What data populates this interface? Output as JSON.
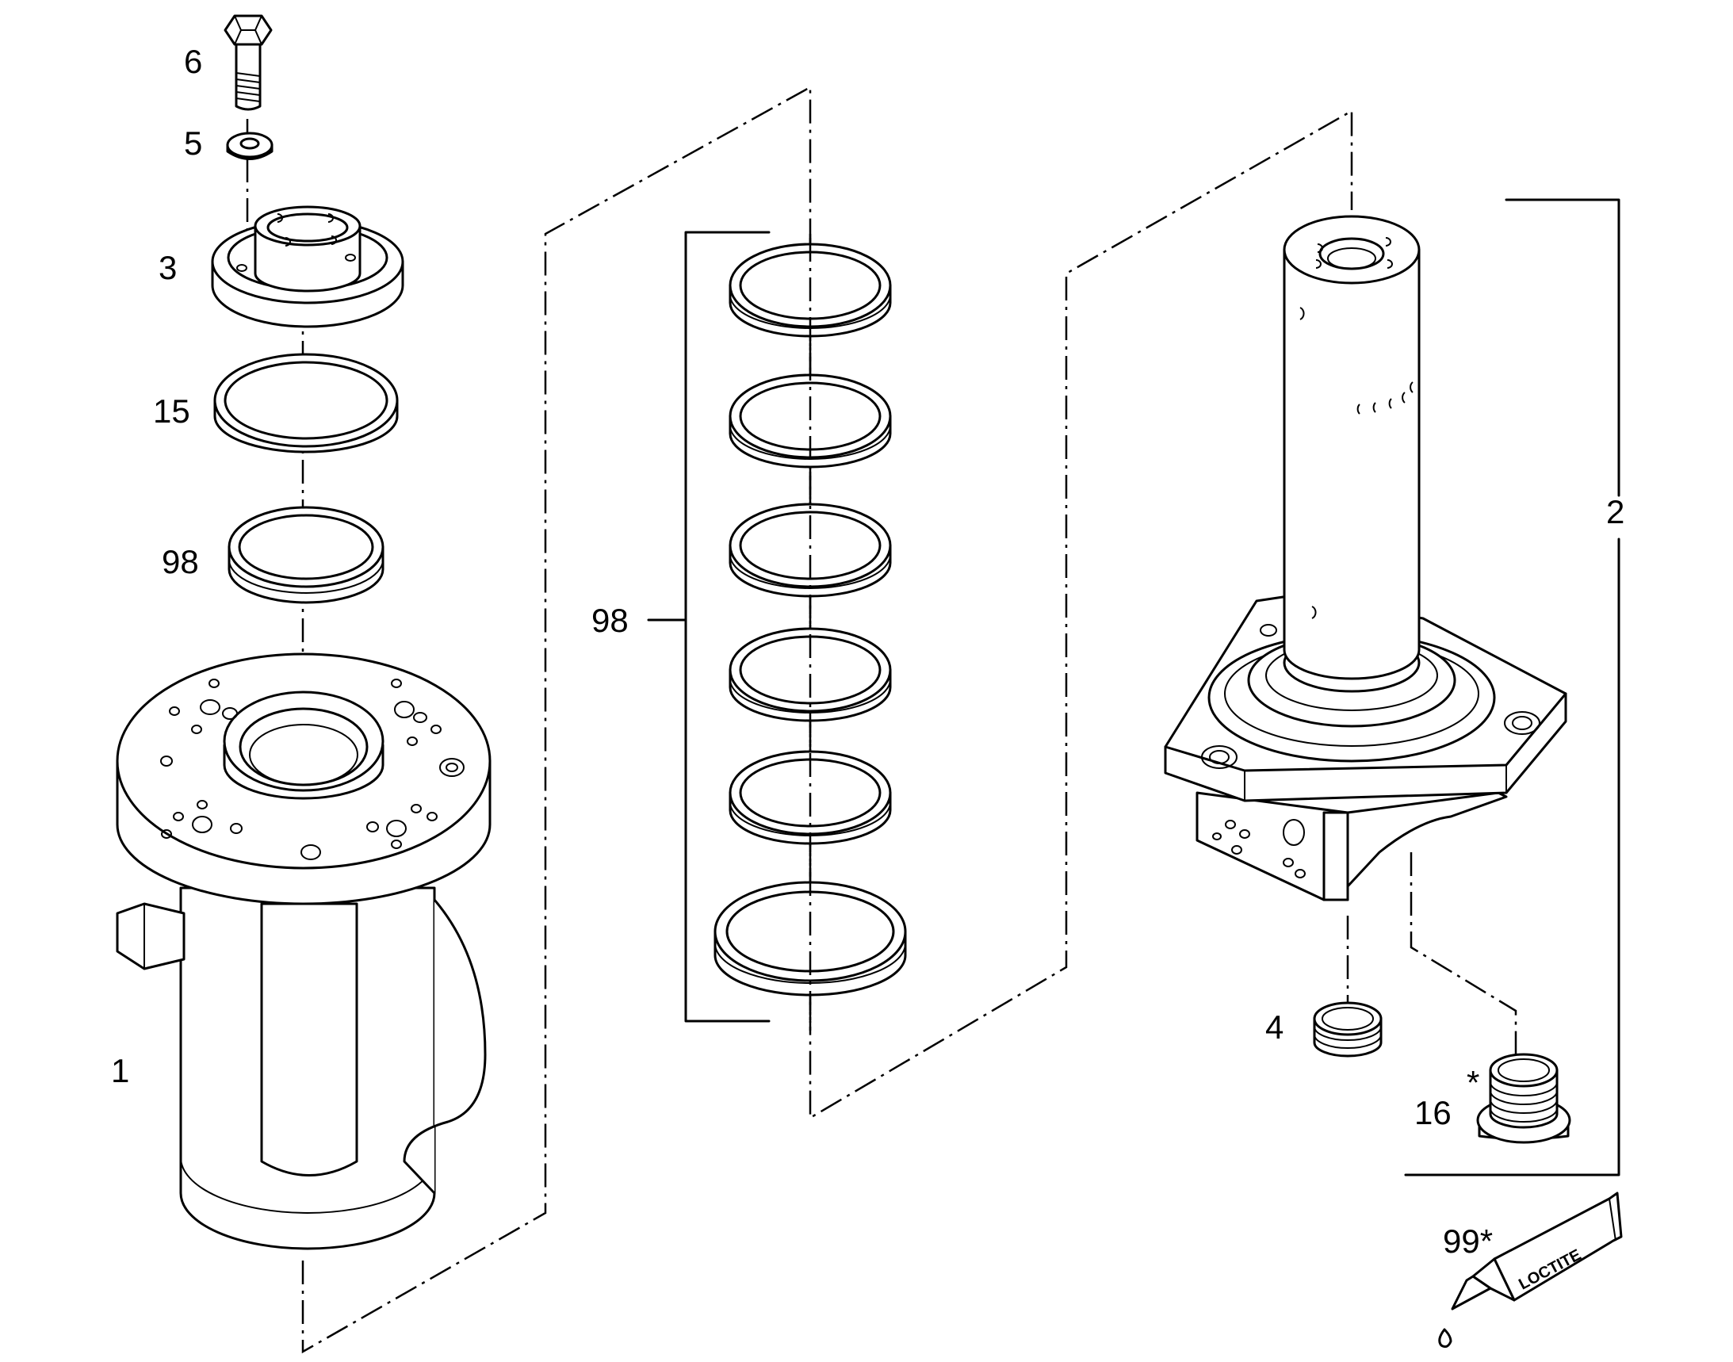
{
  "diagram": {
    "callouts": {
      "part_1": "1",
      "part_2": "2",
      "part_3": "3",
      "part_4": "4",
      "part_5": "5",
      "part_6": "6",
      "part_15": "15",
      "part_16": "16",
      "part_98_left": "98",
      "part_98_center": "98",
      "part_99": "99*",
      "part_16_asterisk": "*"
    },
    "tube_label": "LOCTITE"
  }
}
